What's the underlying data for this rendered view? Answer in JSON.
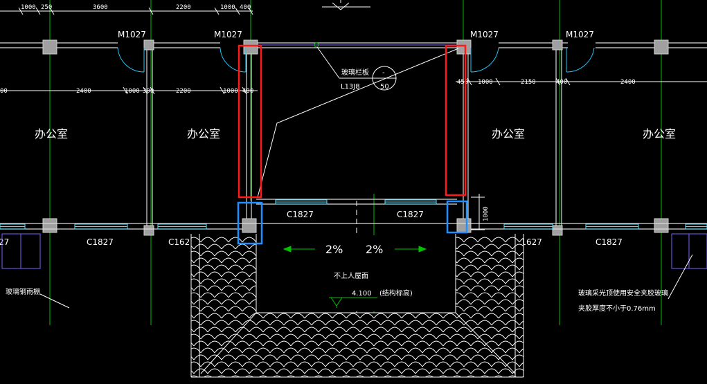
{
  "colors": {
    "background": "#000000",
    "wall": "#d9d9d9",
    "axis": "#00c000",
    "window": "#55e0ff",
    "door_swing": "#22c8ff",
    "highlight_red": "#ff1a1a",
    "highlight_blue": "#1e90ff",
    "purple": "#8060ff",
    "text": "#ffffff"
  },
  "dimensions_top": [
    "1000",
    "250",
    "3600",
    "2200",
    "1000",
    "400"
  ],
  "dimensions_left": [
    "00",
    "2400",
    "1000",
    "300",
    "2200",
    "1000",
    "400"
  ],
  "dimensions_right": [
    "450",
    "1000",
    "2150",
    "400",
    "2400"
  ],
  "dimension_vertical": "1000",
  "doors": [
    "M1027",
    "M1027",
    "M1027",
    "M1027"
  ],
  "rooms": [
    "办公室",
    "办公室",
    "办公室",
    "办公室"
  ],
  "windows": [
    "C1827",
    "C1627",
    "C1827",
    "C1827",
    "C1627",
    "C1827"
  ],
  "parapet": {
    "label": "玻璃栏板",
    "ref": "L13J8",
    "detail_top": "-",
    "detail_bottom": "50"
  },
  "slope": {
    "left": "2%",
    "right": "2%"
  },
  "roof_label": "不上人屋面",
  "elevation": {
    "value": "4.100",
    "note": "(结构标高)"
  },
  "canopy_label": "玻璃钢雨棚",
  "glass_note": {
    "line1": "玻璃采光顶使用安全夹胶玻璃",
    "line2": "夹胶厚度不小于0.76mm"
  },
  "partial_label": "27"
}
